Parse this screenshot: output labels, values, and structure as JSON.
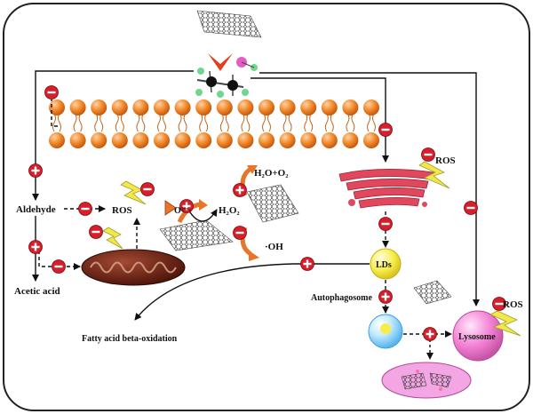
{
  "labels": {
    "aldehyde": "Aldehyde",
    "acetic_acid": "Acetic acid",
    "ros_center": "ROS",
    "superoxide": "O²⁻·",
    "h2o2": "H₂O₂",
    "h2o_o2": "H₂O+O₂",
    "hydroxyl": "·OH",
    "ros_golgi": "ROS",
    "lds": "LDs",
    "autophagosome": "Autophagosome",
    "lysosome": "Lysosome",
    "ros_lysosome": "ROS",
    "fatty_acid": "Fatty acid beta-oxidation"
  },
  "colors": {
    "inhibit": "#d81e2a",
    "membrane": "#f07820",
    "golgi": "#e0485e",
    "mitochondria": "#6b1d12",
    "lds": "#f5ea3a",
    "lysosome": "#f07fd0",
    "autolysosome": "#f3a6e4",
    "bolt": "#f5e64a",
    "arrow": "#111111",
    "frame": "#222222"
  }
}
